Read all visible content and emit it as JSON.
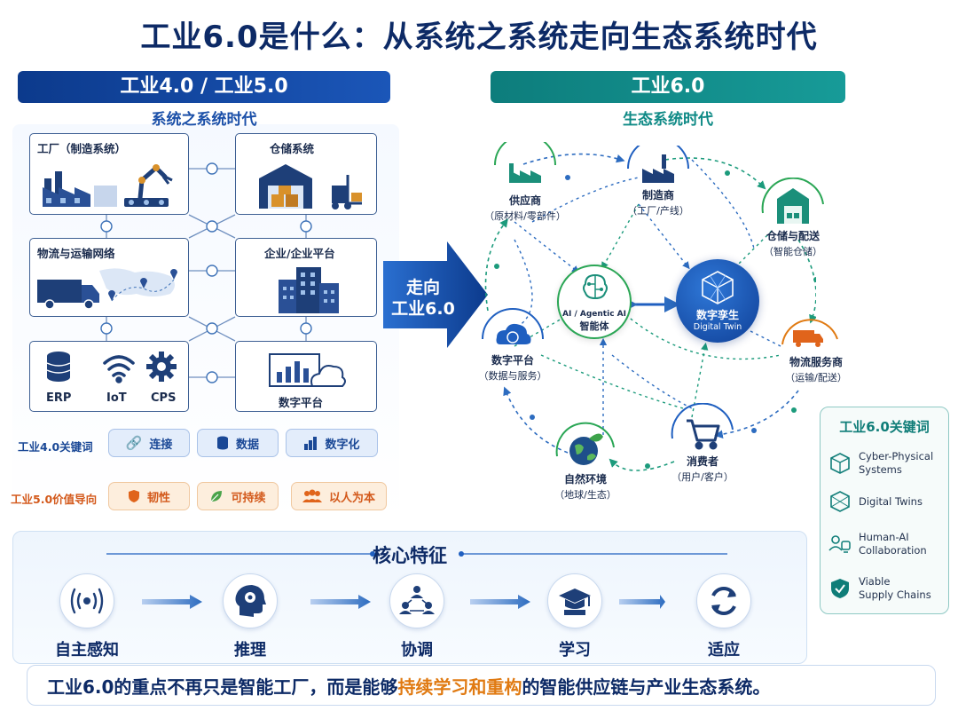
{
  "title": "工业6.0是什么：从系统之系统走向生态系统时代",
  "left": {
    "banner": "工业4.0 / 工业5.0",
    "subtitle": "系统之系统时代",
    "boxes": {
      "factory": "工厂（制造系统）",
      "warehouse": "仓储系统",
      "logistics": "物流与运输网络",
      "enterprise": "企业/企业平台",
      "digital_platform": "数字平台"
    },
    "tech": [
      "ERP",
      "IoT",
      "CPS"
    ],
    "kw40_label": "工业4.0关键词",
    "kw40": [
      "连接",
      "数据",
      "数字化"
    ],
    "val50_label": "工业5.0价值导向",
    "val50": [
      "韧性",
      "可持续",
      "以人为本"
    ]
  },
  "arrow_text": [
    "走向",
    "工业6.0"
  ],
  "right": {
    "banner": "工业6.0",
    "subtitle": "生态系统时代",
    "nodes": {
      "supplier": {
        "name": "供应商",
        "sub": "（原材料/零部件）"
      },
      "manufacturer": {
        "name": "制造商",
        "sub": "（工厂/产线）"
      },
      "warehouse": {
        "name": "仓储与配送",
        "sub": "（智能仓储）"
      },
      "platform": {
        "name": "数字平台",
        "sub": "（数据与服务）"
      },
      "logistics": {
        "name": "物流服务商",
        "sub": "（运输/配送）"
      },
      "nature": {
        "name": "自然环境",
        "sub": "（地球/生态）"
      },
      "consumer": {
        "name": "消费者",
        "sub": "（用户/客户）"
      },
      "ai": {
        "line1": "AI / Agentic AI",
        "line2": "智能体"
      },
      "twin": {
        "line1": "数字孪生",
        "line2": "Digital Twin"
      }
    }
  },
  "core": {
    "title": "核心特征",
    "steps": [
      "自主感知",
      "推理",
      "协调",
      "学习",
      "适应"
    ]
  },
  "keywords6": {
    "title": "工业6.0关键词",
    "items": [
      [
        "Cyber-Physical",
        "Systems"
      ],
      [
        "Digital Twins"
      ],
      [
        "Human-AI",
        "Collaboration"
      ],
      [
        "Viable",
        "Supply Chains"
      ]
    ]
  },
  "bottom": {
    "part1": "工业6.0的重点不再只是智能工厂，而是能够",
    "highlight": "持续学习和重构",
    "part2": "的智能供应链与产业生态系统。"
  },
  "colors": {
    "navy": "#0d2a66",
    "blue": "#1b56b8",
    "teal": "#0f8a86",
    "green": "#2aa655",
    "orange": "#e07a12"
  }
}
